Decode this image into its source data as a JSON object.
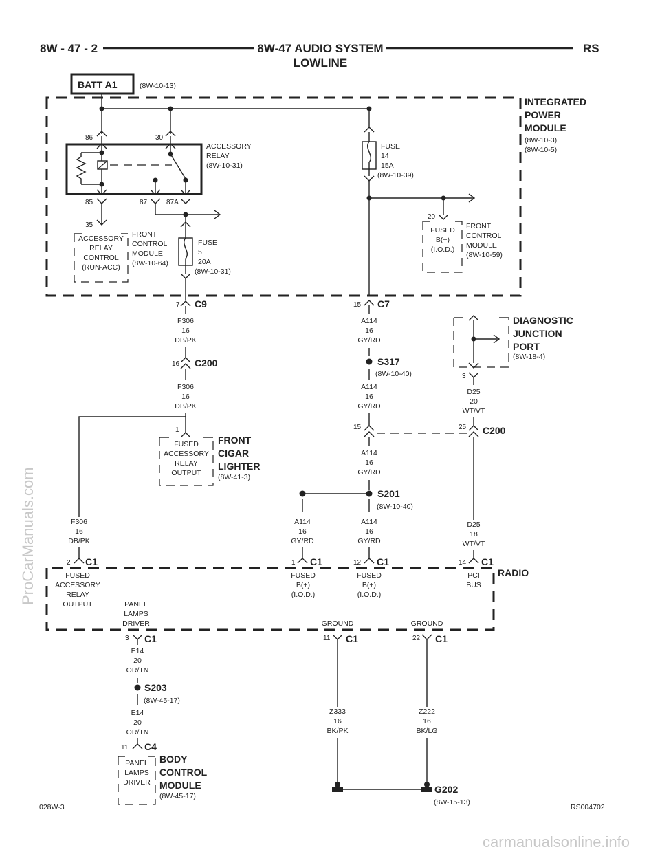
{
  "header": {
    "left": "8W - 47 - 2",
    "title": "8W-47 AUDIO SYSTEM",
    "subtitle": "LOWLINE",
    "right": "RS"
  },
  "footer": {
    "left": "028W-3",
    "right": "RS004702"
  },
  "watermark": {
    "side": "ProCarManuals.com",
    "bottom": "carmanualsonline.info"
  },
  "batt": {
    "label": "BATT A1",
    "ref": "(8W-10-13)"
  },
  "ipm": {
    "line1": "INTEGRATED",
    "line2": "POWER",
    "line3": "MODULE",
    "ref1": "(8W-10-3)",
    "ref2": "(8W-10-5)"
  },
  "relay": {
    "pin86": "86",
    "pin30": "30",
    "pin85": "85",
    "pin87": "87",
    "pin87a": "87A",
    "label1": "ACCESSORY",
    "label2": "RELAY",
    "ref": "(8W-10-31)"
  },
  "fuse14": {
    "l1": "FUSE",
    "l2": "14",
    "l3": "15A",
    "ref": "(8W-10-39)"
  },
  "fuse5": {
    "l1": "FUSE",
    "l2": "5",
    "l3": "20A",
    "ref": "(8W-10-31)"
  },
  "fcm_relay": {
    "pin": "35",
    "box1": "ACCESSORY",
    "box2": "RELAY",
    "box3": "CONTROL",
    "box4": "(RUN-ACC)",
    "lab1": "FRONT",
    "lab2": "CONTROL",
    "lab3": "MODULE",
    "ref": "(8W-10-64)"
  },
  "fcm_fused": {
    "pin": "20",
    "box1": "FUSED",
    "box2": "B(+)",
    "box3": "(I.O.D.)",
    "lab1": "FRONT",
    "lab2": "CONTROL",
    "lab3": "MODULE",
    "ref": "(8W-10-59)"
  },
  "c9": {
    "pin": "7",
    "name": "C9"
  },
  "c7": {
    "pin": "15",
    "name": "C7"
  },
  "wire_f306_a": {
    "l1": "F306",
    "l2": "16",
    "l3": "DB/PK"
  },
  "c200_a": {
    "pin": "16",
    "name": "C200"
  },
  "wire_f306_b": {
    "l1": "F306",
    "l2": "16",
    "l3": "DB/PK"
  },
  "cigar": {
    "pin": "1",
    "box1": "FUSED",
    "box2": "ACCESSORY",
    "box3": "RELAY",
    "box4": "OUTPUT",
    "lab1": "FRONT",
    "lab2": "CIGAR",
    "lab3": "LIGHTER",
    "ref": "(8W-41-3)"
  },
  "wire_a114_a": {
    "l1": "A114",
    "l2": "16",
    "l3": "GY/RD"
  },
  "s317": {
    "name": "S317",
    "ref": "(8W-10-40)"
  },
  "wire_a114_b": {
    "l1": "A114",
    "l2": "16",
    "l3": "GY/RD"
  },
  "c200_b": {
    "pin_left": "15",
    "pin_right": "25",
    "name": "C200"
  },
  "wire_a114_c": {
    "l1": "A114",
    "l2": "16",
    "l3": "GY/RD"
  },
  "s201": {
    "name": "S201",
    "ref": "(8W-10-40)"
  },
  "wire_a114_d": {
    "l1": "A114",
    "l2": "16",
    "l3": "GY/RD"
  },
  "wire_a114_e": {
    "l1": "A114",
    "l2": "16",
    "l3": "GY/RD"
  },
  "djp": {
    "l1": "DIAGNOSTIC",
    "l2": "JUNCTION",
    "l3": "PORT",
    "ref": "(8W-18-4)",
    "pin": "3"
  },
  "wire_d25_a": {
    "l1": "D25",
    "l2": "20",
    "l3": "WT/VT"
  },
  "wire_d25_b": {
    "l1": "D25",
    "l2": "18",
    "l3": "WT/VT"
  },
  "wire_f306_c": {
    "l1": "F306",
    "l2": "16",
    "l3": "DB/PK"
  },
  "radio": {
    "name": "RADIO",
    "c1_2": {
      "pin": "2",
      "name": "C1"
    },
    "c1_1": {
      "pin": "1",
      "name": "C1"
    },
    "c1_12": {
      "pin": "12",
      "name": "C1"
    },
    "c1_14": {
      "pin": "14",
      "name": "C1"
    },
    "c1_3": {
      "pin": "3",
      "name": "C1"
    },
    "c1_11": {
      "pin": "11",
      "name": "C1"
    },
    "c1_22": {
      "pin": "22",
      "name": "C1"
    },
    "fao1": "FUSED",
    "fao2": "ACCESSORY",
    "fao3": "RELAY",
    "fao4": "OUTPUT",
    "fb1_1": "FUSED",
    "fb1_2": "B(+)",
    "fb1_3": "(I.O.D.)",
    "fb2_1": "FUSED",
    "fb2_2": "B(+)",
    "fb2_3": "(I.O.D.)",
    "pci1": "PCI",
    "pci2": "BUS",
    "pl1": "PANEL",
    "pl2": "LAMPS",
    "pl3": "DRIVER",
    "gnd1": "GROUND",
    "gnd2": "GROUND"
  },
  "wire_e14_a": {
    "l1": "E14",
    "l2": "20",
    "l3": "OR/TN"
  },
  "s203": {
    "name": "S203",
    "ref": "(8W-45-17)"
  },
  "wire_e14_b": {
    "l1": "E14",
    "l2": "20",
    "l3": "OR/TN"
  },
  "c4": {
    "pin": "11",
    "name": "C4"
  },
  "bcm": {
    "box1": "PANEL",
    "box2": "LAMPS",
    "box3": "DRIVER",
    "lab1": "BODY",
    "lab2": "CONTROL",
    "lab3": "MODULE",
    "ref": "(8W-45-17)"
  },
  "wire_z333": {
    "l1": "Z333",
    "l2": "16",
    "l3": "BK/PK"
  },
  "wire_z222": {
    "l1": "Z222",
    "l2": "16",
    "l3": "BK/LG"
  },
  "g202": {
    "name": "G202",
    "ref": "(8W-15-13)"
  }
}
